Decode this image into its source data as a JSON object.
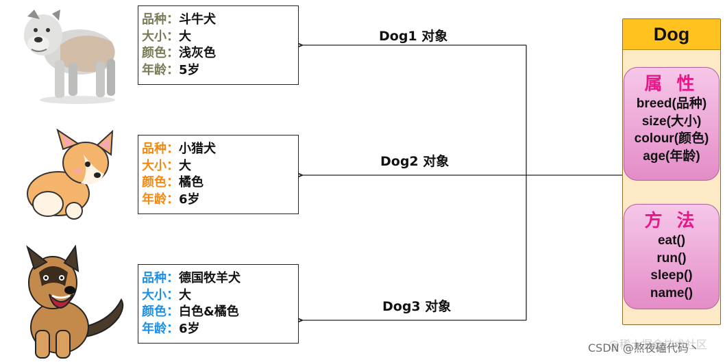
{
  "objects": [
    {
      "label": "Dog1  对象",
      "key_color": "#7a7a56",
      "fields": [
        {
          "key": "品种",
          "value": "斗牛犬"
        },
        {
          "key": "大小",
          "value": "大"
        },
        {
          "key": "颜色",
          "value": "浅灰色"
        },
        {
          "key": "年龄",
          "value": "5岁"
        }
      ]
    },
    {
      "label": "Dog2 对象",
      "key_color": "#f08a12",
      "fields": [
        {
          "key": "品种",
          "value": "小猎犬"
        },
        {
          "key": "大小",
          "value": "大"
        },
        {
          "key": "颜色",
          "value": "橘色"
        },
        {
          "key": "年龄",
          "value": "6岁"
        }
      ]
    },
    {
      "label": "Dog3 对象",
      "key_color": "#1d8fe6",
      "fields": [
        {
          "key": "品种",
          "value": "德国牧羊犬"
        },
        {
          "key": "大小",
          "value": "大"
        },
        {
          "key": "颜色",
          "value": "白色&橘色"
        },
        {
          "key": "年龄",
          "value": "6岁"
        }
      ]
    }
  ],
  "separator": "：",
  "class": {
    "name": "Dog",
    "attributes_heading": "属 性",
    "attributes": [
      "breed(品种)",
      "size(大小)",
      "colour(颜色)",
      "age(年龄)"
    ],
    "methods_heading": "方 法",
    "methods": [
      "eat()",
      "run()",
      "sleep()",
      "name()"
    ]
  },
  "dog_images": [
    "bulldog-image",
    "corgi-image",
    "german-shepherd-image"
  ],
  "watermark": "CSDN @熬夜磕代码丶",
  "watermark_bg": "@稀土掘金技术社区"
}
